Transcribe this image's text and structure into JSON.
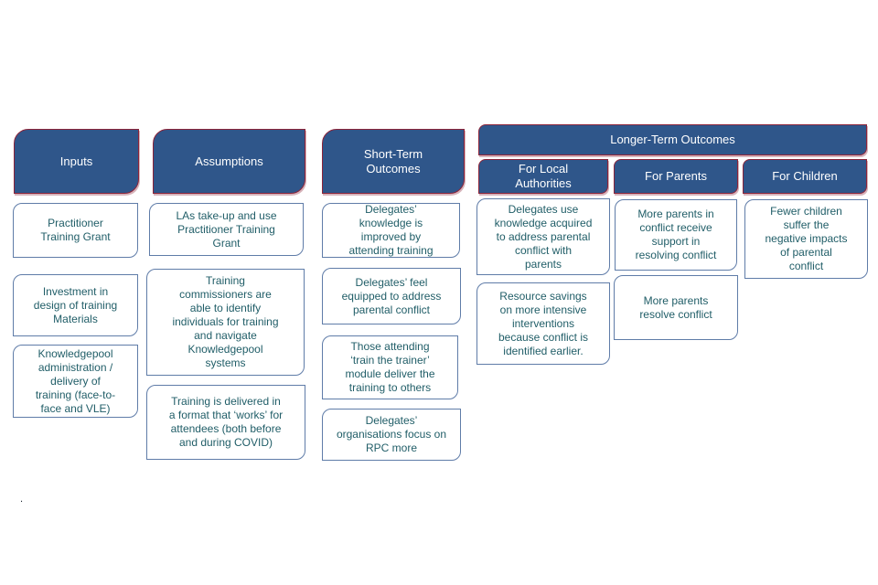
{
  "palette": {
    "header_fill": "#2f568a",
    "header_border": "#8c2439",
    "header_text": "#ffffff",
    "box_border": "#5f7ca8",
    "box_text": "#215e68",
    "background": "#ffffff"
  },
  "columns": [
    {
      "header": "Inputs",
      "boxes": [
        "Practitioner\nTraining Grant",
        "Investment in\ndesign of training\nMaterials",
        "Knowledgepool\nadministration /\ndelivery of\ntraining (face-to-\nface and VLE)"
      ]
    },
    {
      "header": "Assumptions",
      "boxes": [
        "LAs take-up and use\nPractitioner Training\nGrant",
        "Training\ncommissioners are\nable to identify\nindividuals for training\nand navigate\nKnowledgepool\nsystems",
        "Training is delivered in\na format that ‘works’ for\nattendees (both before\nand during COVID)"
      ]
    },
    {
      "header": "Short-Term\nOutcomes",
      "boxes": [
        "Delegates’\nknowledge is\nimproved by\nattending training",
        "Delegates’ feel\nequipped to address\nparental conflict",
        "Those attending\n‘train the trainer’\nmodule deliver the\ntraining to others",
        "Delegates’\norganisations focus on\nRPC more"
      ]
    }
  ],
  "longer_term": {
    "header": "Longer-Term Outcomes",
    "groups": [
      {
        "header": "For Local\nAuthorities",
        "boxes": [
          "Delegates use\nknowledge acquired\nto address parental\nconflict  with\nparents",
          "Resource savings\non more intensive\ninterventions\nbecause conflict is\nidentified earlier."
        ]
      },
      {
        "header": "For Parents",
        "boxes": [
          "More parents in\nconflict receive\nsupport in\nresolving conflict",
          "More parents\nresolve conflict"
        ]
      },
      {
        "header": "For Children",
        "boxes": [
          "Fewer children\nsuffer the\nnegative impacts\nof parental\nconflict"
        ]
      }
    ]
  },
  "stray_mark": "."
}
